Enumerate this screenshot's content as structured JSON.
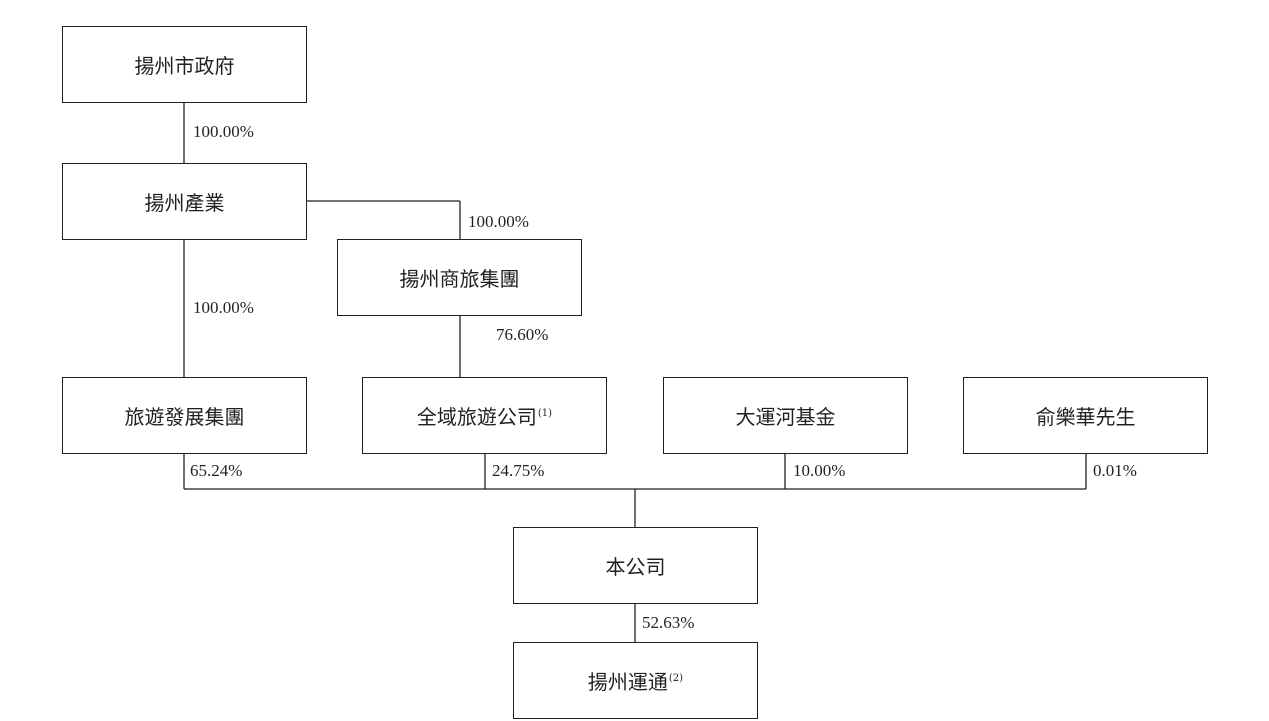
{
  "entities": {
    "yangzhou_gov": {
      "label": "揚州市政府"
    },
    "yangzhou_industry": {
      "label": "揚州產業"
    },
    "yangzhou_business_travel": {
      "label": "揚州商旅集團"
    },
    "tourism_dev": {
      "label": "旅遊發展集團"
    },
    "global_tourism": {
      "label": "全域旅遊公司",
      "note": "(1)"
    },
    "grand_canal_fund": {
      "label": "大運河基金"
    },
    "mr_yu": {
      "label": "俞樂華先生"
    },
    "company": {
      "label": "本公司"
    },
    "yangzhou_yuntong": {
      "label": "揚州運通",
      "note": "(2)"
    }
  },
  "edges": [
    {
      "from": "yangzhou_gov",
      "to": "yangzhou_industry",
      "pct": "100.00%"
    },
    {
      "from": "yangzhou_industry",
      "to": "yangzhou_business_travel",
      "pct": "100.00%"
    },
    {
      "from": "yangzhou_industry",
      "to": "tourism_dev",
      "pct": "100.00%"
    },
    {
      "from": "yangzhou_business_travel",
      "to": "global_tourism",
      "pct": "76.60%"
    },
    {
      "from": "tourism_dev",
      "to": "company",
      "pct": "65.24%"
    },
    {
      "from": "global_tourism",
      "to": "company",
      "pct": "24.75%"
    },
    {
      "from": "grand_canal_fund",
      "to": "company",
      "pct": "10.00%"
    },
    {
      "from": "mr_yu",
      "to": "company",
      "pct": "0.01%"
    },
    {
      "from": "company",
      "to": "yangzhou_yuntong",
      "pct": "52.63%"
    }
  ]
}
